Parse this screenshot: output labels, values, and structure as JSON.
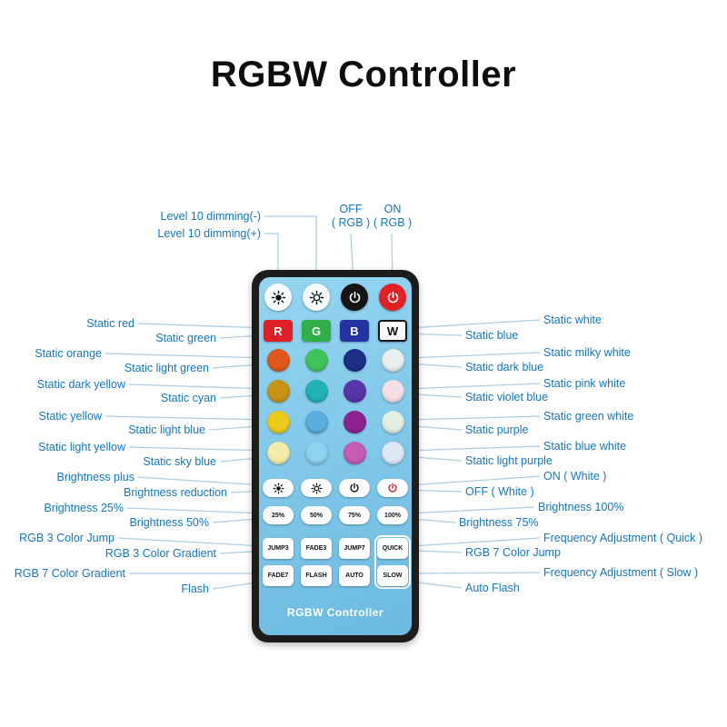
{
  "title": "RGBW Controller",
  "colors": {
    "label_text": "#1577b8",
    "leader_line": "#aecfe2",
    "remote_body": "#1c1c1c",
    "remote_face": "#7fc5e8",
    "power_red": "#e02227",
    "power_black": "#141414"
  },
  "remote": {
    "brand_text": "RGBW Controller",
    "top_buttons": [
      {
        "name": "dimming-plus",
        "icon": "sun-icon"
      },
      {
        "name": "dimming-minus",
        "icon": "sun-icon"
      },
      {
        "name": "power-off-rgb",
        "icon": "power-icon"
      },
      {
        "name": "power-on-rgb",
        "icon": "power-icon"
      }
    ],
    "letter_buttons": [
      {
        "label": "R",
        "bg": "#dd2027",
        "fg": "#ffffff"
      },
      {
        "label": "G",
        "bg": "#2fae4a",
        "fg": "#ffffff"
      },
      {
        "label": "B",
        "bg": "#2333a0",
        "fg": "#ffffff"
      },
      {
        "label": "W",
        "bg": "#fafafa",
        "fg": "#111111"
      }
    ],
    "color_grid": [
      [
        "#e0571c",
        "#3fc45c",
        "#1c2f86",
        "#e9efef"
      ],
      [
        "#c99416",
        "#1fb3b3",
        "#5735a9",
        "#f4e0e6"
      ],
      [
        "#eccb1d",
        "#5baede",
        "#8e2191",
        "#e2f0e4"
      ],
      [
        "#f4ecaa",
        "#8fd2f2",
        "#c55cb5",
        "#dfe9f6"
      ]
    ],
    "percent_buttons": [
      "25%",
      "50%",
      "75%",
      "100%"
    ],
    "mode_row1": [
      "JUMP3",
      "FADE3",
      "JUMP7",
      "QUICK"
    ],
    "mode_row2": [
      "FADE7",
      "FLASH",
      "AUTO",
      "SLOW"
    ]
  },
  "annotations": {
    "top_left": [
      "Level 10 dimming(-)",
      "Level 10 dimming(+)"
    ],
    "top": [
      {
        "line1": "OFF",
        "line2": "( RGB )"
      },
      {
        "line1": "ON",
        "line2": "( RGB )"
      }
    ],
    "left": [
      "Static red",
      "Static green",
      "Static orange",
      "Static light green",
      "Static dark yellow",
      "Static cyan",
      "Static yellow",
      "Static light blue",
      "Static light yellow",
      "Static sky blue",
      "Brightness plus",
      "Brightness reduction",
      "Brightness 25%",
      "Brightness 50%",
      "RGB 3 Color Jump",
      "RGB 3 Color Gradient",
      "RGB 7 Color Gradient",
      "Flash"
    ],
    "right": [
      "Static white",
      "Static blue",
      "Static milky white",
      "Static dark blue",
      "Static pink white",
      "Static violet blue",
      "Static green white",
      "Static purple",
      "Static blue white",
      "Static light purple",
      "ON ( White )",
      "OFF ( White )",
      "Brightness 100%",
      "Brightness 75%",
      "Frequency Adjustment ( Quick )",
      "RGB 7 Color Jump",
      "Frequency Adjustment ( Slow )",
      "Auto Flash"
    ]
  }
}
